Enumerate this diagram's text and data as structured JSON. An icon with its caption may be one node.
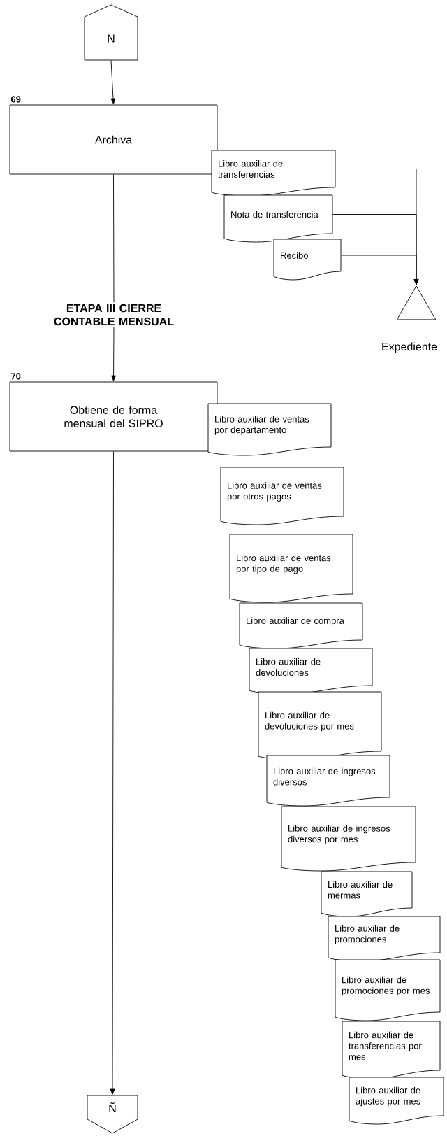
{
  "diagram": {
    "nodes": [
      {
        "text": [
          "N"
        ]
      },
      {
        "text": [
          "Archiva"
        ],
        "beside": [
          "69"
        ]
      },
      {
        "text": [
          "Libro auxiliar de transferencias"
        ]
      },
      {
        "text": [
          "Nota de transferencia"
        ]
      },
      {
        "text": [
          "Recibo"
        ]
      },
      {
        "text": [
          "Expediente"
        ]
      },
      {
        "text": [
          "ETAPA III CIERRE CONTABLE MENSUAL"
        ]
      },
      {
        "text": [
          "Obtiene de forma mensual del SIPRO"
        ],
        "beside": [
          "70"
        ]
      },
      {
        "text": [
          "Libro auxiliar de ventas por departamento"
        ]
      },
      {
        "text": [
          "Libro auxiliar de ventas por otros pagos"
        ]
      },
      {
        "text": [
          "Libro auxiliar de ventas por tipo de pago"
        ]
      },
      {
        "text": [
          "Libro auxiliar de compra"
        ]
      },
      {
        "text": [
          "Libro auxiliar de devoluciones"
        ]
      },
      {
        "text": [
          "Libro auxiliar de devoluciones por mes"
        ]
      },
      {
        "text": [
          "Libro auxiliar de ingresos diversos"
        ]
      },
      {
        "text": [
          "Libro auxiliar de ingresos diversos por mes"
        ]
      },
      {
        "text": [
          "Libro auxiliar de mermas"
        ]
      },
      {
        "text": [
          "Libro auxiliar de promociones"
        ]
      },
      {
        "text": [
          "Libro auxiliar de promociones por mes"
        ]
      },
      {
        "text": [
          "Libro auxiliar de transferencias por mes"
        ]
      },
      {
        "text": [
          "Libro auxiliar de ajustes por mes"
        ]
      },
      {
        "text": [
          "Ñ"
        ]
      }
    ],
    "edges": [
      {
        "from": 0,
        "to": 1,
        "arrow": "to"
      },
      {
        "from": 2,
        "to": 5,
        "arrow": "to"
      },
      {
        "from": 3,
        "to": 5,
        "arrow": "to"
      },
      {
        "from": 4,
        "to": 5,
        "arrow": "to"
      },
      {
        "from": 1,
        "to": 6,
        "arrow": "none"
      },
      {
        "from": 6,
        "to": 7,
        "arrow": "to"
      },
      {
        "from": 7,
        "to": 21,
        "arrow": "to"
      }
    ]
  }
}
